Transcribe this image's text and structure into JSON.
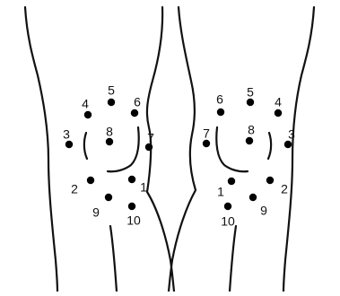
{
  "colors": {
    "outline": "#111111",
    "point": "#000000",
    "label": "#111111",
    "background": "#ffffff"
  },
  "legs": [
    {
      "side": "left",
      "points": [
        {
          "label": "1"
        },
        {
          "label": "2"
        },
        {
          "label": "3"
        },
        {
          "label": "4"
        },
        {
          "label": "5"
        },
        {
          "label": "6"
        },
        {
          "label": "7"
        },
        {
          "label": "8"
        },
        {
          "label": "9"
        },
        {
          "label": "10"
        }
      ]
    },
    {
      "side": "right",
      "points": [
        {
          "label": "1"
        },
        {
          "label": "2"
        },
        {
          "label": "3"
        },
        {
          "label": "4"
        },
        {
          "label": "5"
        },
        {
          "label": "6"
        },
        {
          "label": "7"
        },
        {
          "label": "8"
        },
        {
          "label": "9"
        },
        {
          "label": "10"
        }
      ]
    }
  ]
}
